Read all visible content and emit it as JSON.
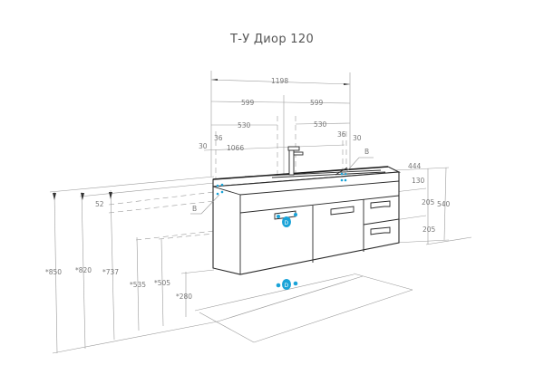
{
  "title": "Т-У Диор 120",
  "colors": {
    "accent": "#1aa3d8",
    "line": "#2a2a2a",
    "dimension": "#777777"
  },
  "dimensions": {
    "total_width": "1198",
    "half_left": "599",
    "half_right": "599",
    "inner_left": "530",
    "inner_right": "530",
    "offset_left": "36",
    "offset_right": "36",
    "edge_left": "30",
    "edge_right": "30",
    "bowl_width": "1066",
    "depth": "444",
    "drawer_top": "130",
    "drawer_mid": "205",
    "drawer_bottom": "205",
    "total_height": "540",
    "gap_52": "52",
    "h_850": "*850",
    "h_820": "*820",
    "h_737": "*737",
    "h_535": "*535",
    "h_505": "*505",
    "h_280": "*280"
  },
  "markers": {
    "b_left": "B",
    "b_right": "B",
    "d_drawer": "D",
    "d_floor": "D"
  }
}
